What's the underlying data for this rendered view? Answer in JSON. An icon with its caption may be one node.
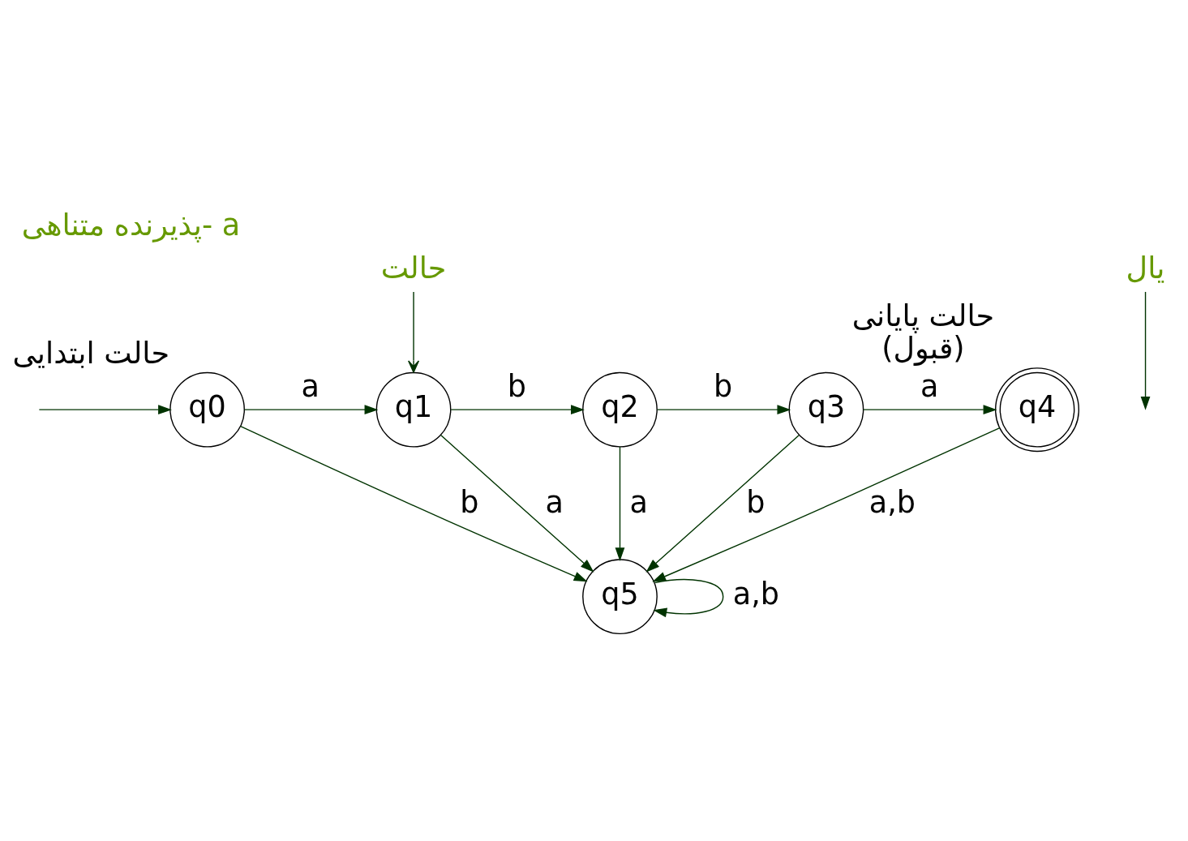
{
  "diagram": {
    "title": "پذیرنده متناهی- a",
    "nodes": [
      {
        "text": [
          "q0"
        ],
        "beside": [
          "حالت ابتدایی"
        ]
      },
      {
        "text": [
          "q1"
        ]
      },
      {
        "text": [
          "q2"
        ]
      },
      {
        "text": [
          "q3"
        ]
      },
      {
        "text": [
          "q4"
        ],
        "beside": [
          "حالت پایانی",
          "(قبول)"
        ]
      },
      {
        "text": [
          "q5"
        ]
      },
      {
        "text": [
          "حالت"
        ]
      },
      {
        "text": [
          "یال"
        ]
      }
    ],
    "edges": [
      {
        "from": null,
        "to": 0,
        "arrow": "to"
      },
      {
        "from": 0,
        "to": 1,
        "label": "a",
        "arrow": "to"
      },
      {
        "from": 1,
        "to": 2,
        "label": "b",
        "arrow": "to"
      },
      {
        "from": 2,
        "to": 3,
        "label": "b",
        "arrow": "to"
      },
      {
        "from": 3,
        "to": 4,
        "label": "a",
        "arrow": "to"
      },
      {
        "from": 0,
        "to": 5,
        "label": "b",
        "arrow": "to"
      },
      {
        "from": 1,
        "to": 5,
        "label": "a",
        "arrow": "to"
      },
      {
        "from": 2,
        "to": 5,
        "label": "a",
        "arrow": "to"
      },
      {
        "from": 3,
        "to": 5,
        "label": "b",
        "arrow": "to"
      },
      {
        "from": 4,
        "to": 5,
        "label": "a,b",
        "arrow": "to"
      },
      {
        "from": 5,
        "to": 5,
        "label": "a,b",
        "arrow": "to"
      },
      {
        "from": 6,
        "to": 1,
        "arrow": "to"
      },
      {
        "from": 7,
        "to": null,
        "arrow": "to"
      }
    ]
  }
}
